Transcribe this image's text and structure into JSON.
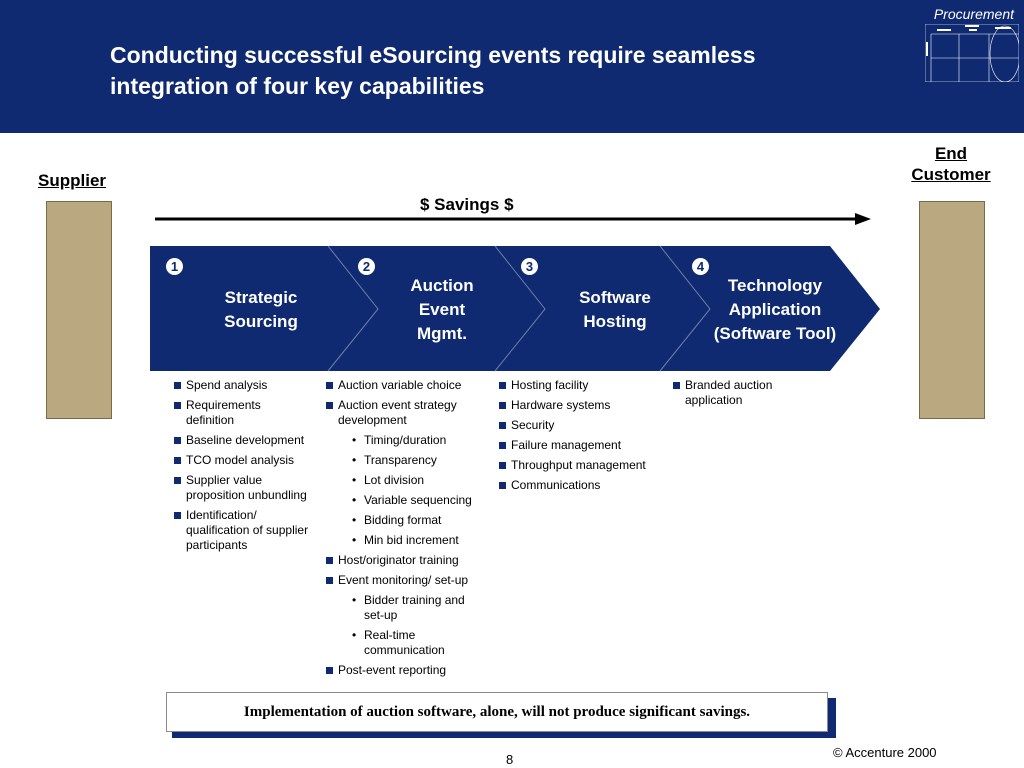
{
  "header": {
    "title": "Conducting successful eSourcing events require seamless integration of four key capabilities",
    "tag": "Procurement"
  },
  "flow": {
    "supplier_label": "Supplier",
    "end_customer_label": "End Customer",
    "savings_label": "$ Savings $"
  },
  "steps": [
    {
      "num": "1",
      "label": "Strategic Sourcing"
    },
    {
      "num": "2",
      "label": "Auction Event Mgmt."
    },
    {
      "num": "3",
      "label": "Software Hosting"
    },
    {
      "num": "4",
      "label": "Technology Application (Software Tool)"
    }
  ],
  "columns": {
    "col1": [
      {
        "text": "Spend analysis"
      },
      {
        "text": "Requirements definition"
      },
      {
        "text": "Baseline development"
      },
      {
        "text": "TCO model analysis"
      },
      {
        "text": "Supplier value proposition unbundling"
      },
      {
        "text": "Identification/ qualification of supplier participants"
      }
    ],
    "col2": [
      {
        "text": "Auction  variable choice"
      },
      {
        "text": "Auction event strategy development"
      },
      {
        "text": "Timing/duration"
      },
      {
        "text": "Transparency"
      },
      {
        "text": "Lot division"
      },
      {
        "text": "Variable sequencing"
      },
      {
        "text": "Bidding format"
      },
      {
        "text": "Min bid increment"
      },
      {
        "text": "Host/originator training"
      },
      {
        "text": "Event monitoring/ set-up"
      },
      {
        "text": "Bidder training and set-up"
      },
      {
        "text": "Real-time communication"
      },
      {
        "text": "Post-event reporting"
      }
    ],
    "col3": [
      {
        "text": "Hosting facility"
      },
      {
        "text": "Hardware systems"
      },
      {
        "text": "Security"
      },
      {
        "text": "Failure management"
      },
      {
        "text": "Throughput management"
      },
      {
        "text": "Communications"
      }
    ],
    "col4": [
      {
        "text": "Branded auction application"
      }
    ]
  },
  "callout": "Implementation of auction software, alone, will not produce significant savings.",
  "footer": {
    "page_number": "8",
    "copyright": "© Accenture   2000"
  },
  "colors": {
    "navy": "#0f2a70",
    "pillar": "#b9a880"
  }
}
